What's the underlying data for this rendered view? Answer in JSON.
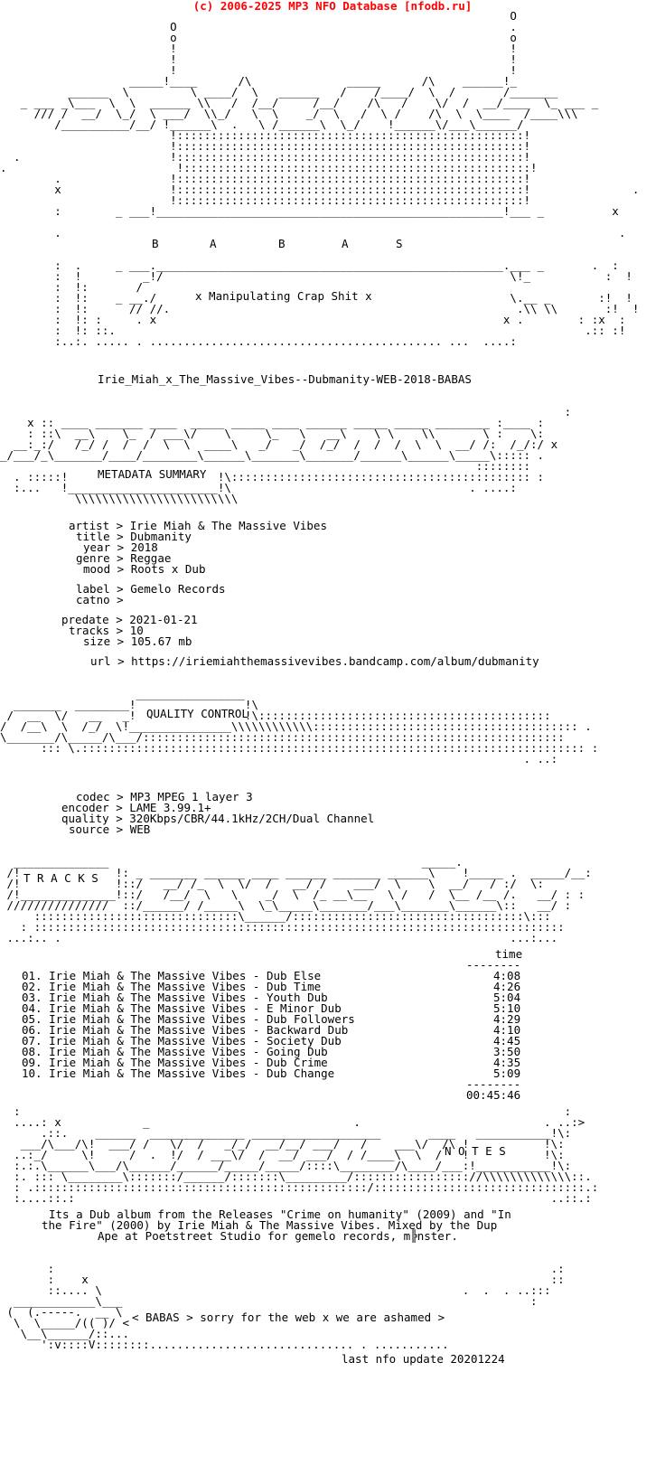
{
  "header": "(c) 2006-2025 MP3 NFO Database [nfodb.ru]",
  "logo": {
    "letters": [
      "B",
      "A",
      "B",
      "A",
      "S"
    ],
    "tagline": "x Manipulating Crap Shit x"
  },
  "release_name": "Irie_Miah_x_The_Massive_Vibes--Dubmanity-WEB-2018-BABAS",
  "sections": {
    "metadata": "METADATA SUMMARY",
    "quality": "QUALITY CONTROL",
    "tracks": "T R A C K S",
    "notes": "N O T E S"
  },
  "metadata": [
    {
      "key": "artist",
      "value": "Irie Miah & The Massive Vibes"
    },
    {
      "key": "title",
      "value": "Dubmanity"
    },
    {
      "key": "year",
      "value": "2018"
    },
    {
      "key": "genre",
      "value": "Reggae"
    },
    {
      "key": "mood",
      "value": "Roots x Dub"
    },
    {
      "key": "label",
      "value": "Gemelo Records"
    },
    {
      "key": "catno",
      "value": ""
    },
    {
      "key": "predate",
      "value": "2021-01-21"
    },
    {
      "key": "tracks",
      "value": "10"
    },
    {
      "key": "size",
      "value": "105.67 mb"
    },
    {
      "key": "url",
      "value": "https://iriemiahthemassivevibes.bandcamp.com/album/dubmanity"
    }
  ],
  "quality": [
    {
      "key": "codec",
      "value": "MP3 MPEG 1 layer 3"
    },
    {
      "key": "encoder",
      "value": "LAME 3.99.1+"
    },
    {
      "key": "quality",
      "value": "320Kbps/CBR/44.1kHz/2CH/Dual Channel"
    },
    {
      "key": "source",
      "value": "WEB"
    }
  ],
  "tracklist": {
    "time_header": "time",
    "total": "00:45:46",
    "items": [
      {
        "num": "01.",
        "artist": "Irie Miah & The Massive Vibes",
        "title": "Dub Else",
        "time": "4:08"
      },
      {
        "num": "02.",
        "artist": "Irie Miah & The Massive Vibes",
        "title": "Dub Time",
        "time": "4:26"
      },
      {
        "num": "03.",
        "artist": "Irie Miah & The Massive Vibes",
        "title": "Youth Dub",
        "time": "5:04"
      },
      {
        "num": "04.",
        "artist": "Irie Miah & The Massive Vibes",
        "title": "E Minor Dub",
        "time": "5:10"
      },
      {
        "num": "05.",
        "artist": "Irie Miah & The Massive Vibes",
        "title": "Dub Followers",
        "time": "4:29"
      },
      {
        "num": "06.",
        "artist": "Irie Miah & The Massive Vibes",
        "title": "Backward Dub",
        "time": "4:10"
      },
      {
        "num": "07.",
        "artist": "Irie Miah & The Massive Vibes",
        "title": "Society Dub",
        "time": "4:45"
      },
      {
        "num": "08.",
        "artist": "Irie Miah & The Massive Vibes",
        "title": "Going Dub",
        "time": "3:50"
      },
      {
        "num": "09.",
        "artist": "Irie Miah & The Massive Vibes",
        "title": "Dub Crime",
        "time": "4:35"
      },
      {
        "num": "10.",
        "artist": "Irie Miah & The Massive Vibes",
        "title": "Dub Change",
        "time": "5:09"
      }
    ]
  },
  "notes": [
    "Its a Dub album from the Releases \"Crime on humanity\" (2009) and \"In",
    "the Fire\" (2000) by Irie Miah & The Massive Vibes. Mixed by the Dup",
    "Ape at Poetstreet Studio for gemelo records, m╠nster."
  ],
  "footer": {
    "message": "< BABAS > sorry for the web x we are ashamed >",
    "update": "last nfo update 20201224"
  }
}
